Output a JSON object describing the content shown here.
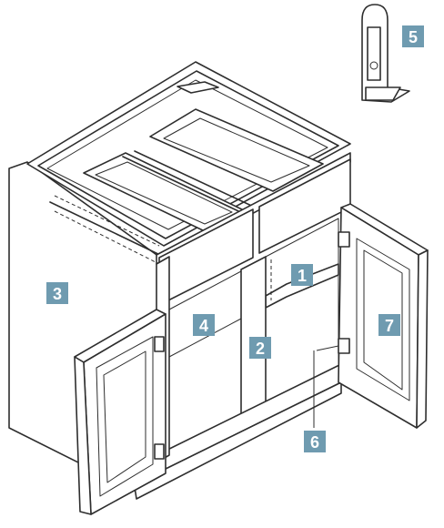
{
  "colors": {
    "callout_fill": "#6f9bb0",
    "line": "#2e2e2e",
    "background": "#ffffff"
  },
  "callouts": [
    {
      "id": "1",
      "label": "1",
      "target": "shelf"
    },
    {
      "id": "2",
      "label": "2",
      "target": "center-stile"
    },
    {
      "id": "3",
      "label": "3",
      "target": "side-panel"
    },
    {
      "id": "4",
      "label": "4",
      "target": "face-frame"
    },
    {
      "id": "5",
      "label": "5",
      "target": "shelf-clip"
    },
    {
      "id": "6",
      "label": "6",
      "target": "hinge"
    },
    {
      "id": "7",
      "label": "7",
      "target": "door"
    }
  ]
}
